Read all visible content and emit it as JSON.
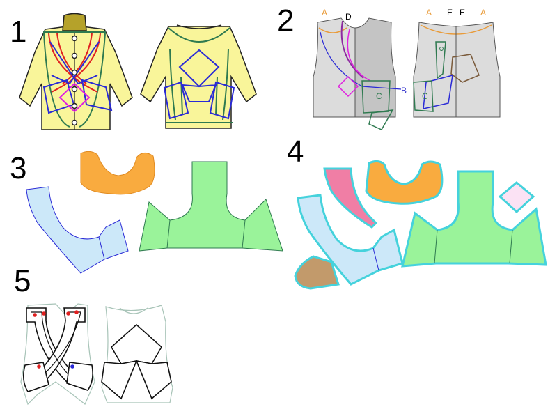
{
  "steps": [
    {
      "number": "1"
    },
    {
      "number": "2"
    },
    {
      "number": "3"
    },
    {
      "number": "4"
    },
    {
      "number": "5"
    }
  ],
  "labels": {
    "a_left": "A",
    "d": "D",
    "a_back_left": "A",
    "e_left": "E",
    "e_right": "E",
    "a_back_right": "A",
    "b": "B",
    "c_front": "C",
    "c_back": "C"
  },
  "colors": {
    "jacket": "#f9f59a",
    "collar": "#b5a22a",
    "vest": "#dcdcdc",
    "vest_dark": "#c4c4c4",
    "collar_piece": "#f9ab3f",
    "front_piece": "#cce8f9",
    "back_piece": "#9af39a",
    "pink_piece": "#f07ea5",
    "brown_piece": "#c29a6b",
    "diamond_piece": "#fbe2f4",
    "seam_allowance": "#45d2dc",
    "label_orange": "#e99b39",
    "label_blue": "#3333cc",
    "label_green": "#2f7a50",
    "red_line": "#e02020",
    "blue_line": "#2a2ad6",
    "green_line": "#2f7a50",
    "magenta_line": "#e020e0"
  }
}
